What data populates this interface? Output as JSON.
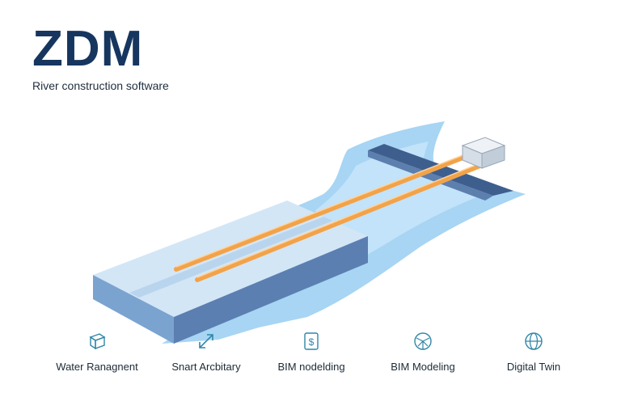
{
  "brand": {
    "logo_text": "ZDM",
    "tagline": "River construction software"
  },
  "colors": {
    "logo": "#16365f",
    "water": "#8cc5ee",
    "slab_top": "#cfe3f4",
    "slab_side": "#5f86b8",
    "pipe": "#f2a34a",
    "icon": "#2f86a8"
  },
  "features": [
    {
      "label": "Water Ranagnent",
      "icon": "cube-icon"
    },
    {
      "label": "Snart Arcbitary",
      "icon": "arrow-icon"
    },
    {
      "label": "BIM nodelding",
      "icon": "dollar-document-icon"
    },
    {
      "label": "BIM Modeling",
      "icon": "network-globe-icon"
    },
    {
      "label": "Digital Twin",
      "icon": "globe-icon"
    }
  ]
}
